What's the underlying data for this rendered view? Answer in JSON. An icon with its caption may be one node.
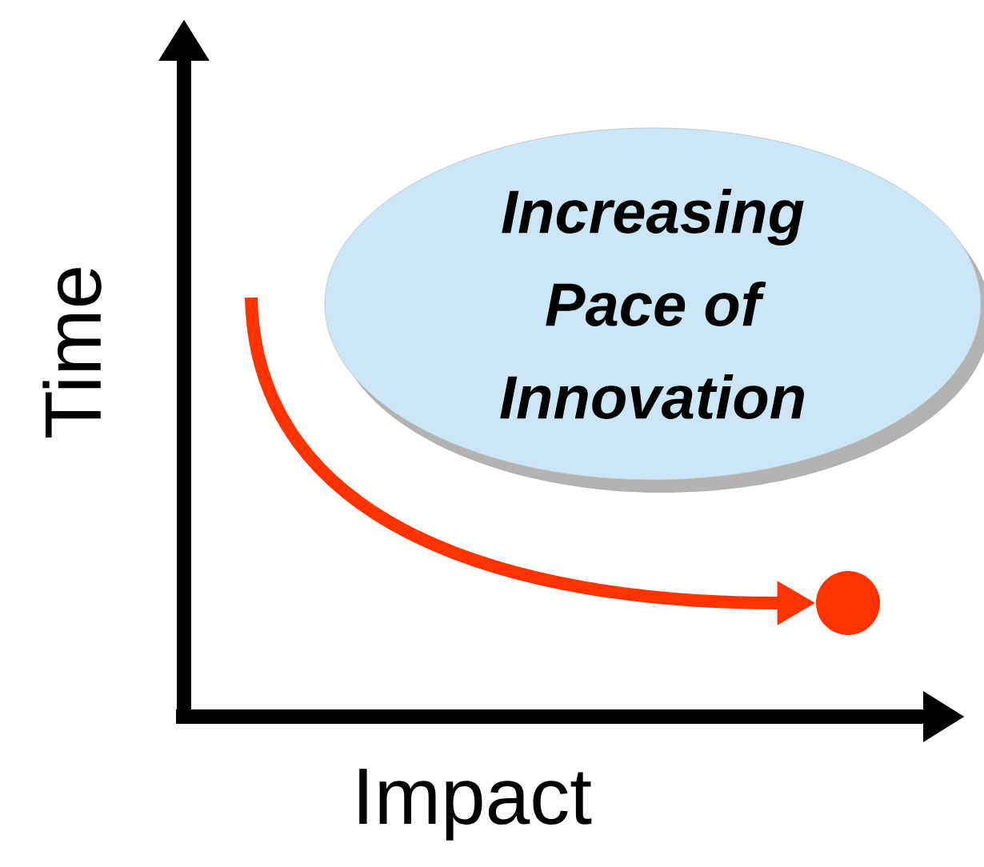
{
  "diagram": {
    "nodes": [
      {
        "text": [
          "Increasing Pace of Innovation"
        ]
      },
      {
        "text": [],
        "shape": "circle"
      }
    ],
    "edges": [
      {
        "from": null,
        "to": 1,
        "arrow": "to",
        "color": "#ff3300"
      }
    ],
    "labels": [
      "Time",
      "Impact"
    ]
  }
}
